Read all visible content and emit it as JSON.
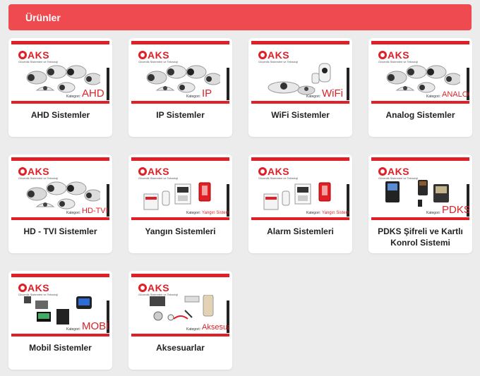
{
  "header": {
    "title": "Ürünler"
  },
  "brand": {
    "logo": "AKS",
    "tagline": "Güvenlik Sistemleri ve Teknoloji",
    "kategori_label": "Kategori:"
  },
  "products": [
    {
      "title": "AHD Sistemler",
      "category": "AHD",
      "image": "cameras"
    },
    {
      "title": "IP Sistemler",
      "category": "IP",
      "image": "cameras"
    },
    {
      "title": "WiFi Sistemler",
      "category": "WiFi",
      "image": "wifi"
    },
    {
      "title": "Analog Sistemler",
      "category": "ANALOG",
      "image": "cameras"
    },
    {
      "title": "HD - TVI Sistemler",
      "category": "HD-TVI",
      "image": "cameras"
    },
    {
      "title": "Yangın Sistemleri",
      "category": "Yangın Sistemleri",
      "image": "alarm"
    },
    {
      "title": "Alarm Sistemleri",
      "category": "Yangın Sistemleri",
      "image": "alarm"
    },
    {
      "title": "PDKS Şifreli ve Kartlı Konrol Sistemi",
      "category": "PDKS",
      "image": "pdks"
    },
    {
      "title": "Mobil Sistemler",
      "category": "MOBİL",
      "image": "mobile"
    },
    {
      "title": "Aksesuarlar",
      "category": "Aksesuar",
      "image": "accessory"
    }
  ]
}
